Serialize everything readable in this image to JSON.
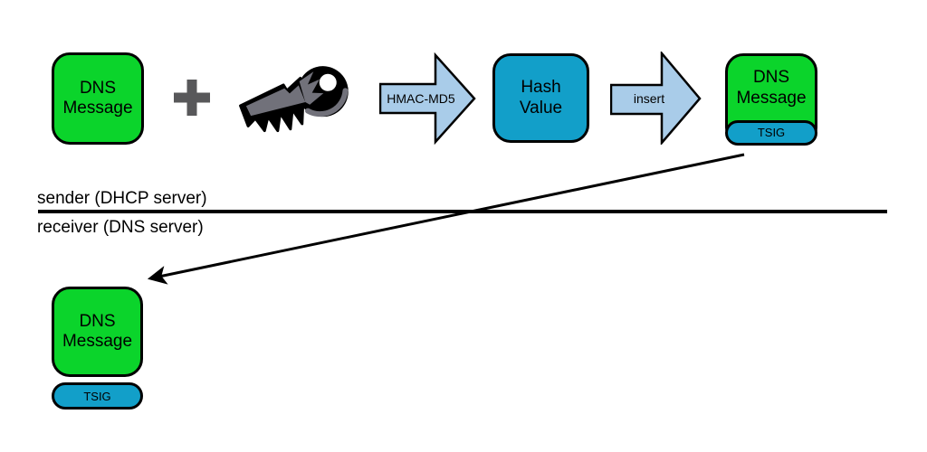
{
  "colors": {
    "green": "#0bd42b",
    "teal": "#129fc9",
    "arrow_blue": "#a9cce9",
    "plus_gray": "#58585a",
    "key_gray": "#71717a",
    "outline": "#000000"
  },
  "diagram": {
    "boxes": {
      "dns1": {
        "label": "DNS Message"
      },
      "hash": {
        "label": "Hash Value"
      },
      "dns2": {
        "label": "DNS Message",
        "badge": "TSIG"
      },
      "dns3": {
        "label": "DNS Message",
        "badge": "TSIG"
      }
    },
    "arrows": {
      "hmac": {
        "label": "HMAC-MD5"
      },
      "insert": {
        "label": "insert"
      }
    },
    "lanes": {
      "sender": "sender (DHCP server)",
      "receiver": "receiver (DNS server)"
    },
    "icons": {
      "plus": "plus-icon",
      "key": "key-icon",
      "hmac_arrow": "block-arrow-right-icon",
      "insert_arrow": "block-arrow-right-icon",
      "send_arrow": "diagonal-arrow-icon"
    }
  }
}
